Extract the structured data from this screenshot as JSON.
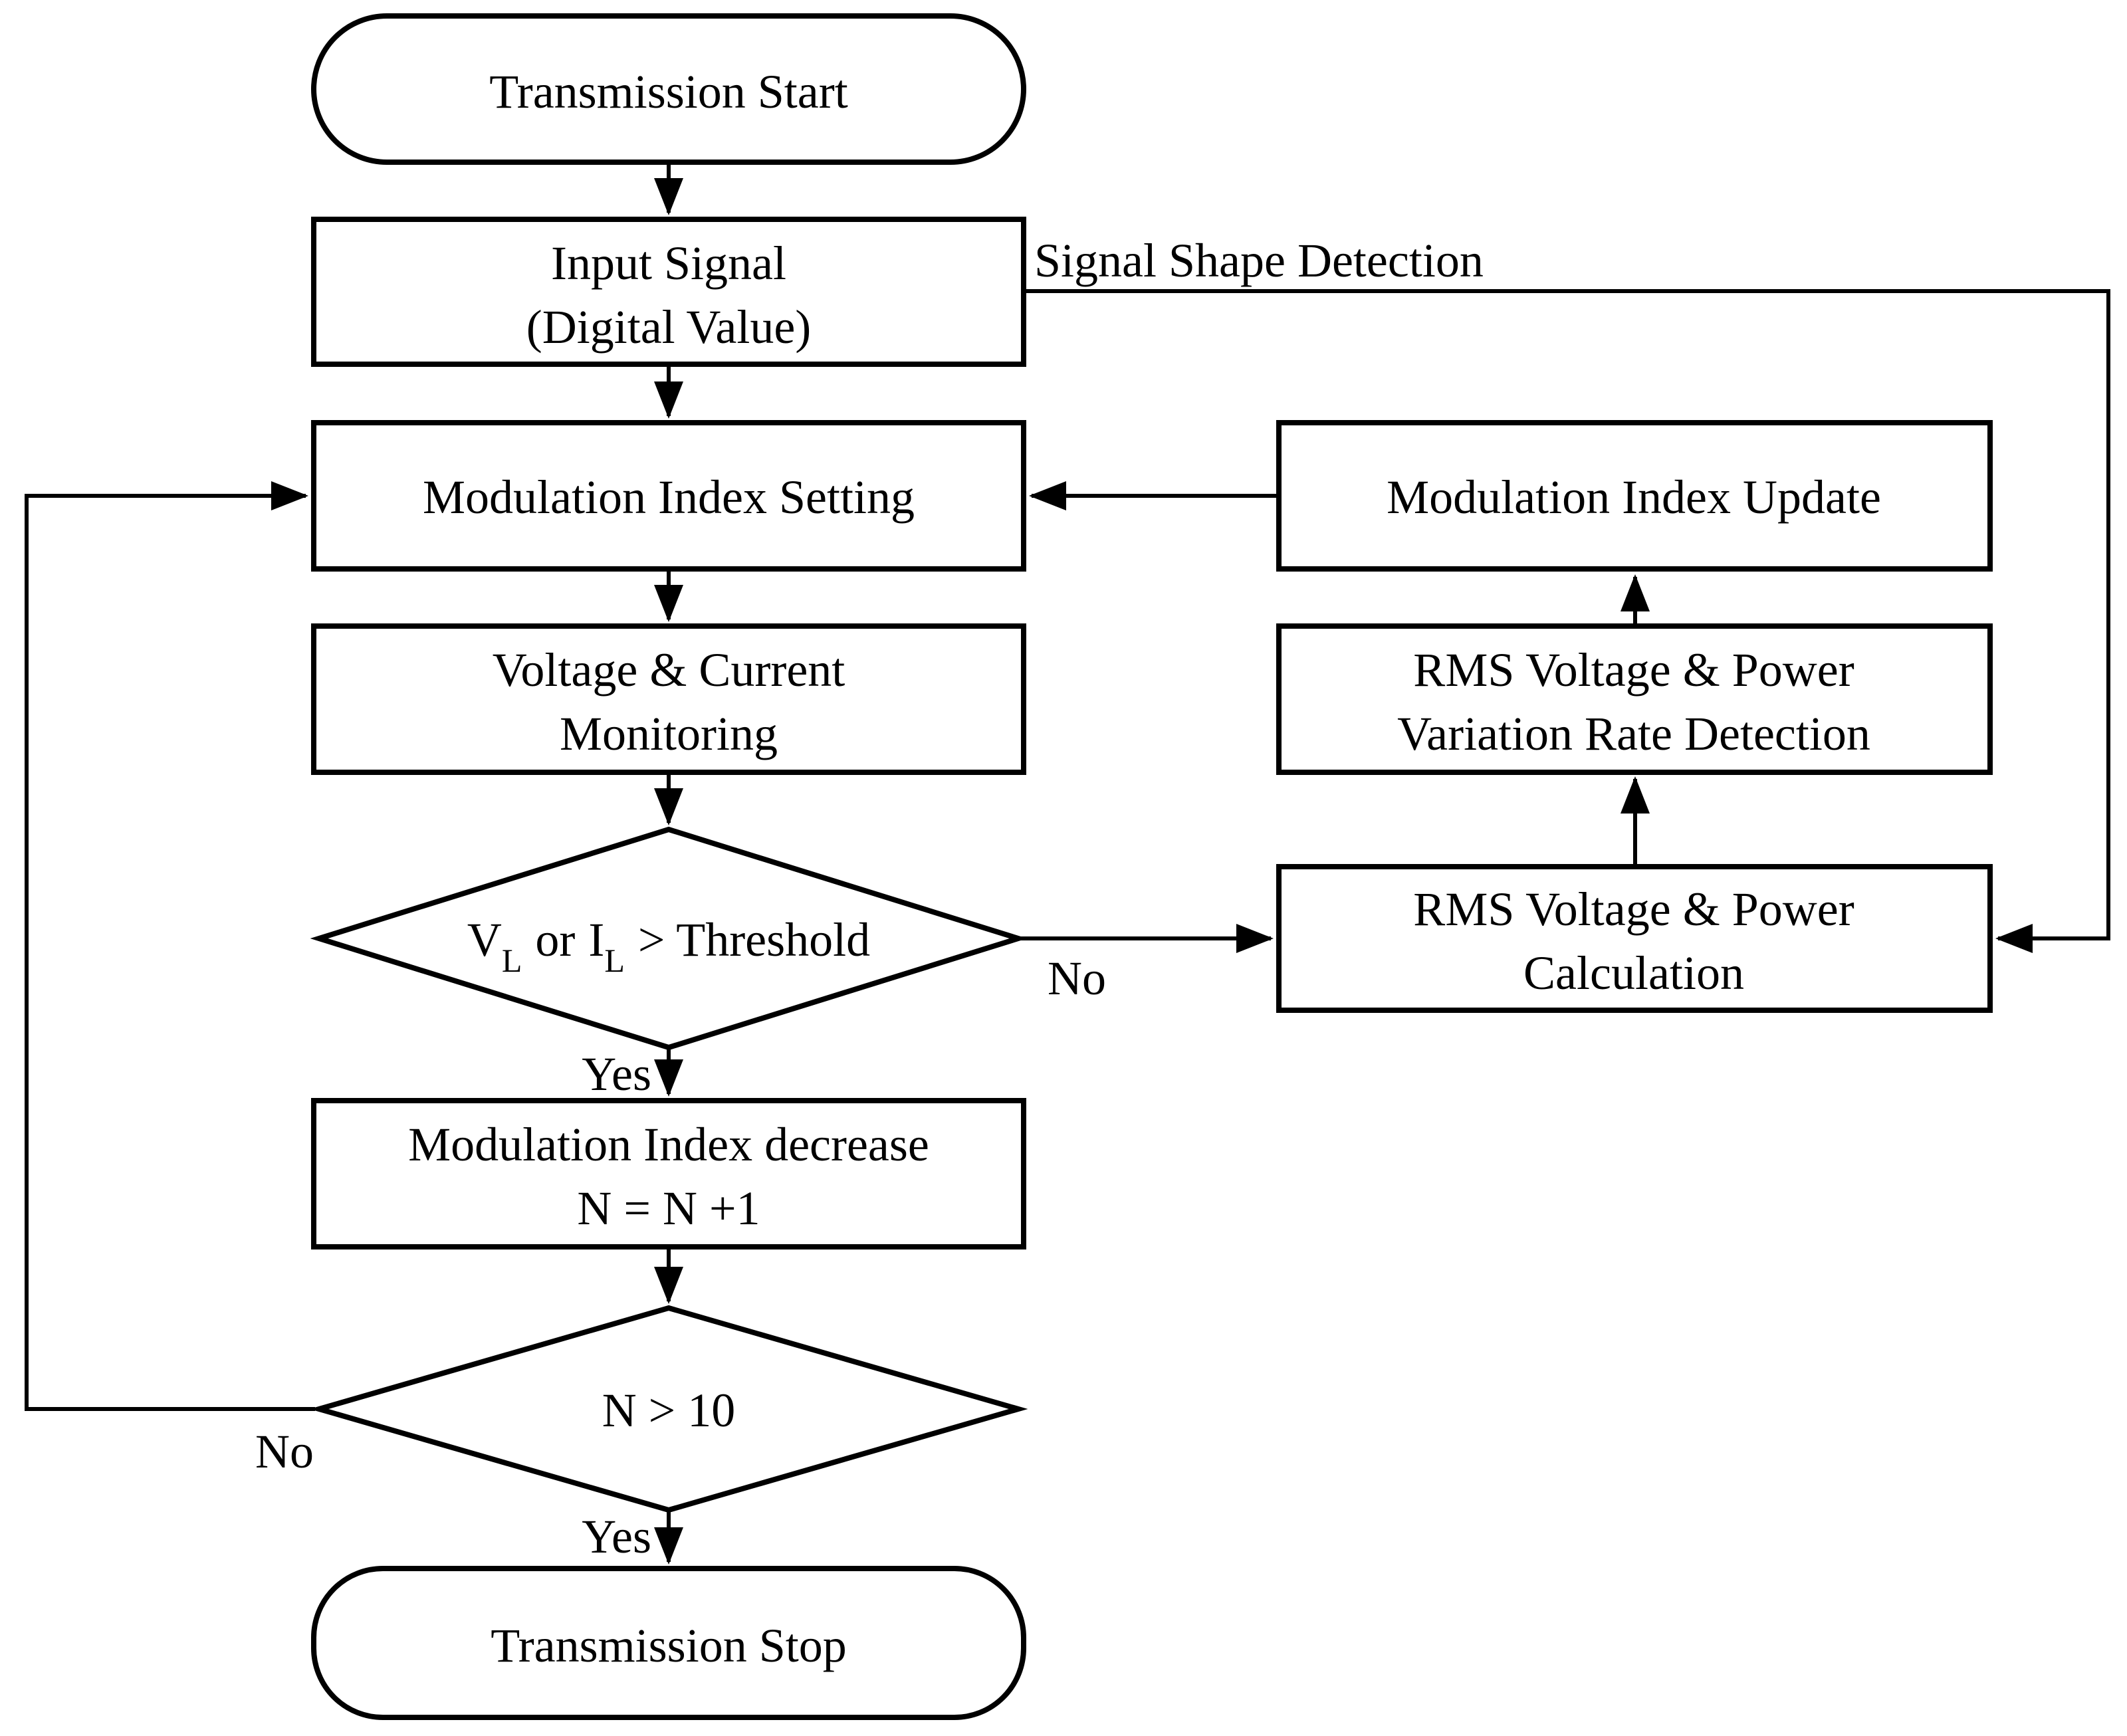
{
  "diagram": {
    "background": "#ffffff",
    "stroke_color": "#000000",
    "node_fill": "#ffffff",
    "nodes": {
      "start": {
        "label": "Transmission Start"
      },
      "input_signal": {
        "line1": "Input Signal",
        "line2": "(Digital Value)"
      },
      "modulation_index_setting": {
        "label": "Modulation Index Setting"
      },
      "voltage_current_monitoring": {
        "line1": "Voltage & Current",
        "line2": "Monitoring"
      },
      "threshold_decision": {
        "var1": "V",
        "var1_sub": "L",
        "mid": "or",
        "var2": "I",
        "var2_sub": "L",
        "tail": "> Threshold"
      },
      "modulation_index_decrease": {
        "line1": "Modulation Index decrease",
        "line2": "N = N +1"
      },
      "n_decision": {
        "label": "N > 10"
      },
      "stop": {
        "label": "Transmission Stop"
      },
      "modulation_index_update": {
        "label": "Modulation Index Update"
      },
      "rms_variation_detection": {
        "line1": "RMS Voltage & Power",
        "line2": "Variation Rate Detection"
      },
      "rms_calculation": {
        "line1": "RMS Voltage & Power",
        "line2": "Calculation"
      }
    },
    "edge_labels": {
      "signal_shape_detection": "Signal Shape Detection",
      "threshold_no": "No",
      "threshold_yes": "Yes",
      "n_no": "No",
      "n_yes": "Yes"
    }
  }
}
